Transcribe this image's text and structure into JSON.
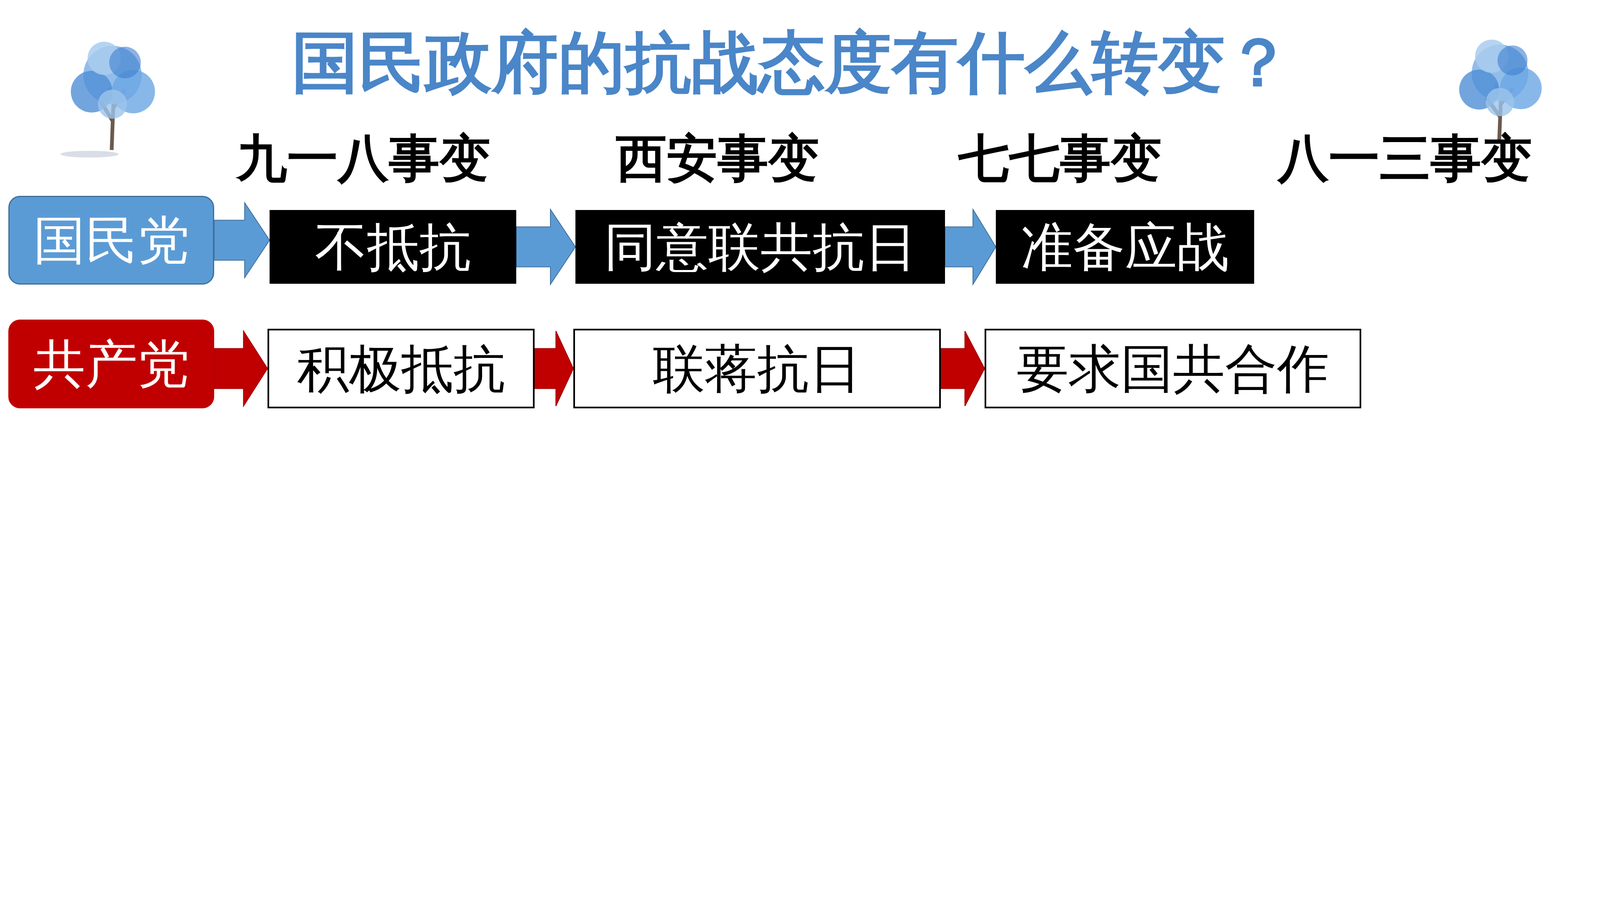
{
  "diagram": {
    "title": "国民政府的抗战态度有什么转变？",
    "nodes": [
      {
        "text": [
          "国民党"
        ]
      },
      {
        "text": [
          "不抵抗"
        ]
      },
      {
        "text": [
          "同意联共抗日"
        ]
      },
      {
        "text": [
          "准备应战"
        ]
      },
      {
        "text": [
          "共产党"
        ]
      },
      {
        "text": [
          "积极抵抗"
        ]
      },
      {
        "text": [
          "联蒋抗日"
        ]
      },
      {
        "text": [
          "要求国共合作"
        ]
      }
    ],
    "edges": [
      {
        "from": 0,
        "to": 1,
        "arrow": "to"
      },
      {
        "from": 1,
        "to": 2,
        "arrow": "to"
      },
      {
        "from": 2,
        "to": 3,
        "arrow": "to"
      },
      {
        "from": 4,
        "to": 5,
        "arrow": "to"
      },
      {
        "from": 5,
        "to": 6,
        "arrow": "to"
      },
      {
        "from": 6,
        "to": 7,
        "arrow": "to"
      }
    ],
    "labels": [
      "九一八事变",
      "西安事变",
      "七七事变",
      "八一三事变"
    ]
  }
}
